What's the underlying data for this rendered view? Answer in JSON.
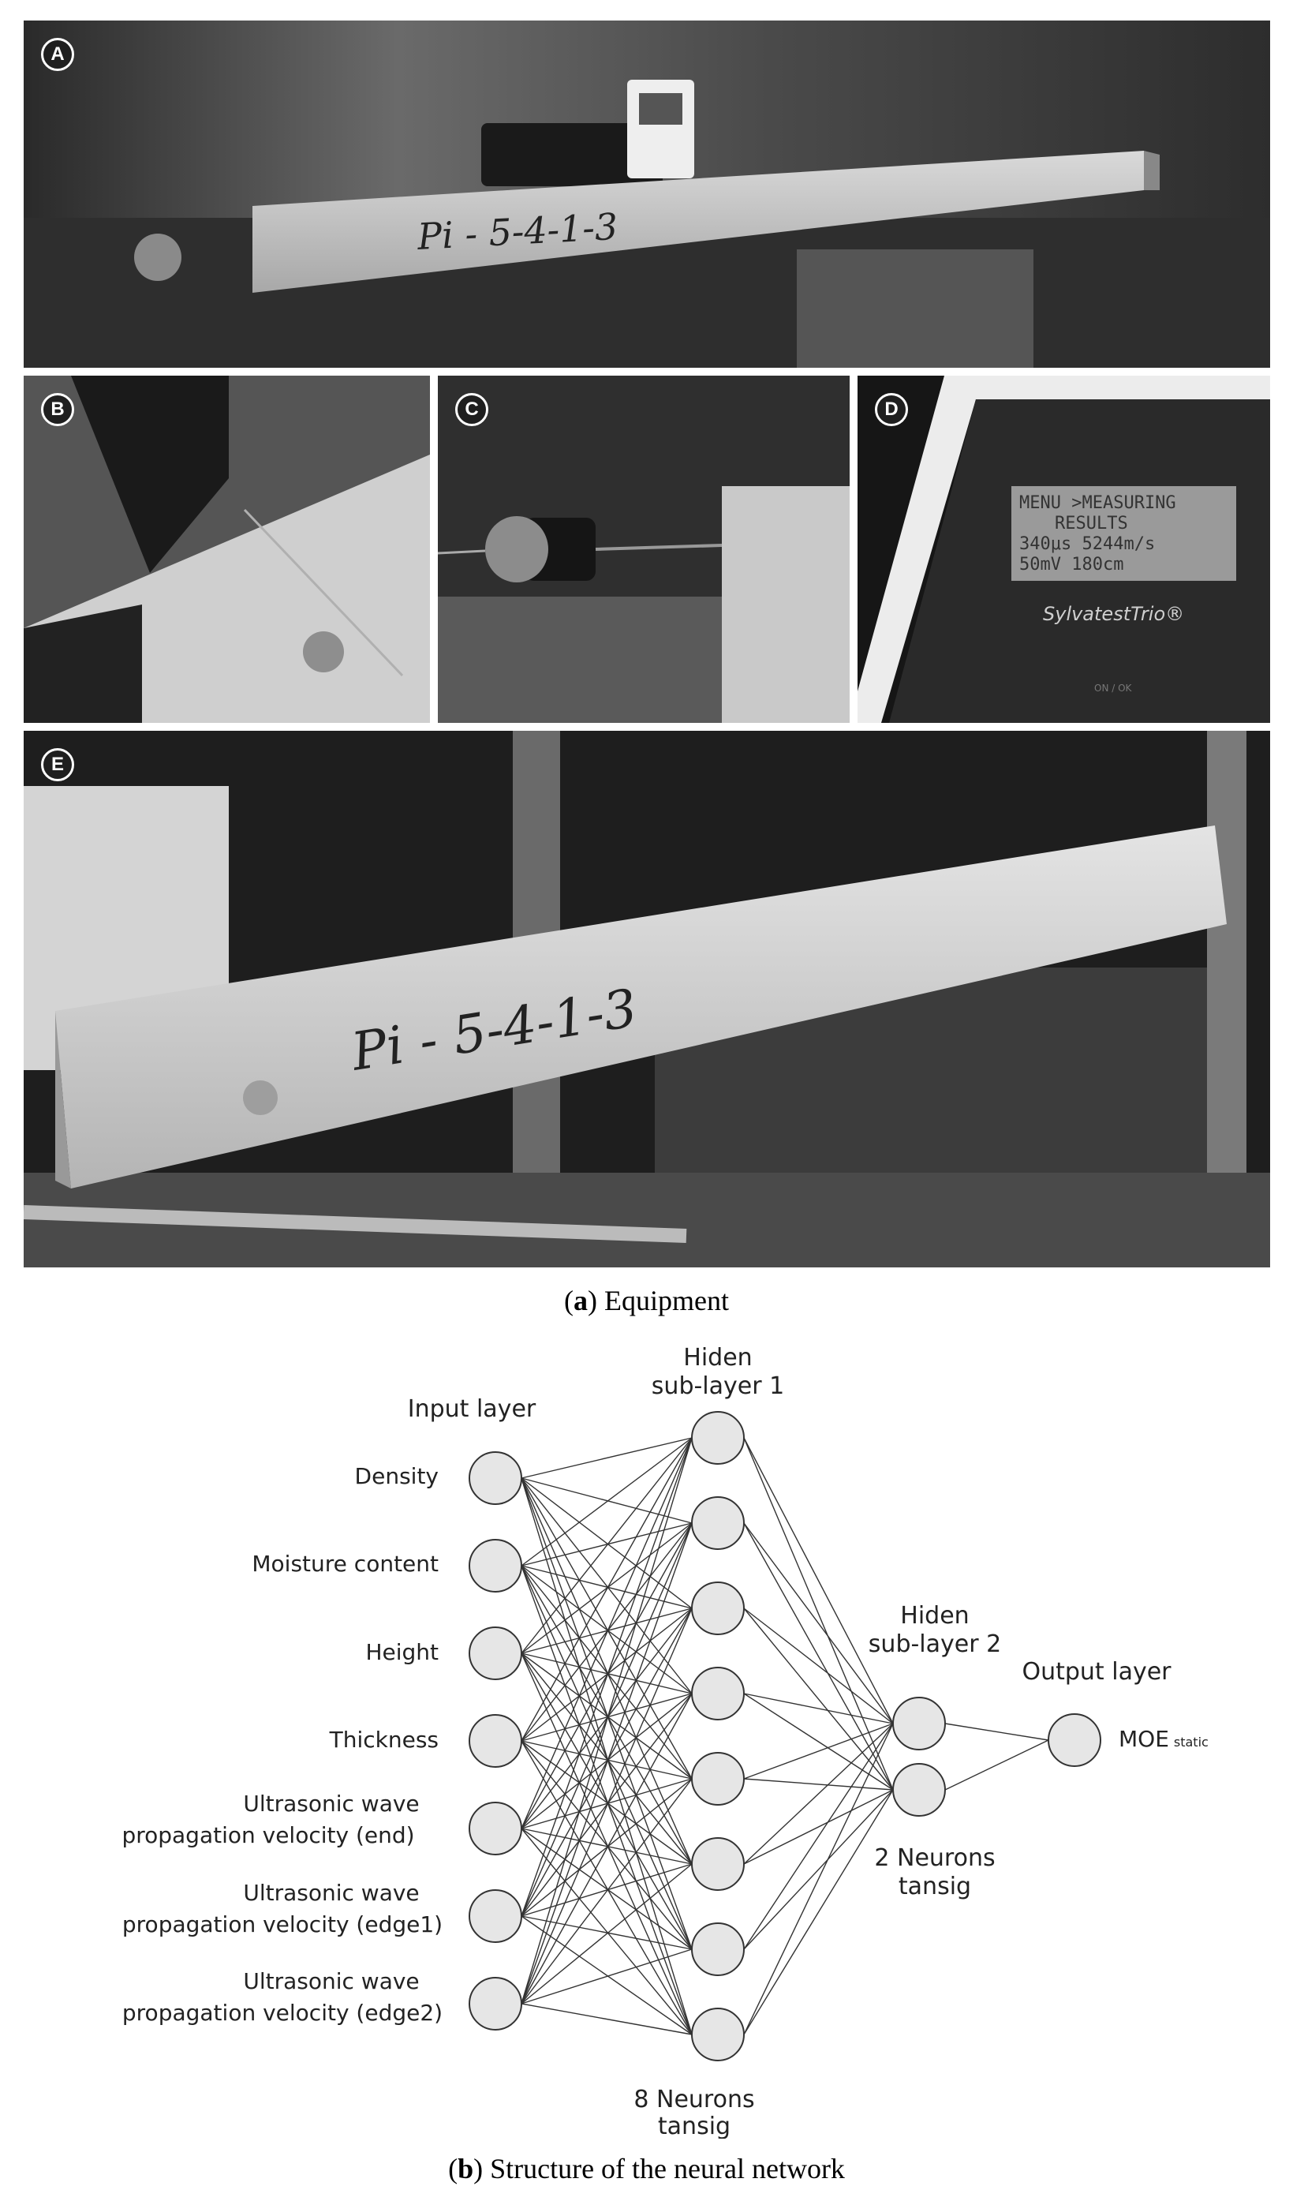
{
  "panels": [
    {
      "letter": "A",
      "beam_label": "Pi - 5-4-1-3"
    },
    {
      "letter": "B"
    },
    {
      "letter": "C"
    },
    {
      "letter": "D",
      "device_screen": [
        "MENU >MEASURING",
        "RESULTS",
        "340μs  5244m/s",
        "50mV   180cm"
      ],
      "device_brand": "SylvatestTrio®",
      "device_button": "ON / OK"
    },
    {
      "letter": "E",
      "beam_label": "Pi - 5-4-1-3"
    }
  ],
  "caption_a": {
    "label": "a",
    "text": " Equipment"
  },
  "network": {
    "input_title": "Input layer",
    "inputs": [
      [
        "Density"
      ],
      [
        "Moisture content"
      ],
      [
        "Height"
      ],
      [
        "Thickness"
      ],
      [
        "Ultrasonic wave",
        "propagation velocity (end)"
      ],
      [
        "Ultrasonic wave",
        "propagation velocity (edge1)"
      ],
      [
        "Ultrasonic wave",
        "propagation velocity (edge2)"
      ]
    ],
    "hidden1_title": [
      "Hiden",
      "sub-layer 1"
    ],
    "hidden1_neurons": 8,
    "hidden1_note": [
      "8 Neurons",
      "tansig"
    ],
    "hidden2_title": [
      "Hiden",
      "sub-layer 2"
    ],
    "hidden2_neurons": 2,
    "hidden2_note": [
      "2 Neurons",
      "tansig"
    ],
    "output_title": "Output layer",
    "output_label": "MOE",
    "output_sub": "static"
  },
  "caption_b": {
    "label": "b",
    "text": " Structure of the neural network"
  }
}
